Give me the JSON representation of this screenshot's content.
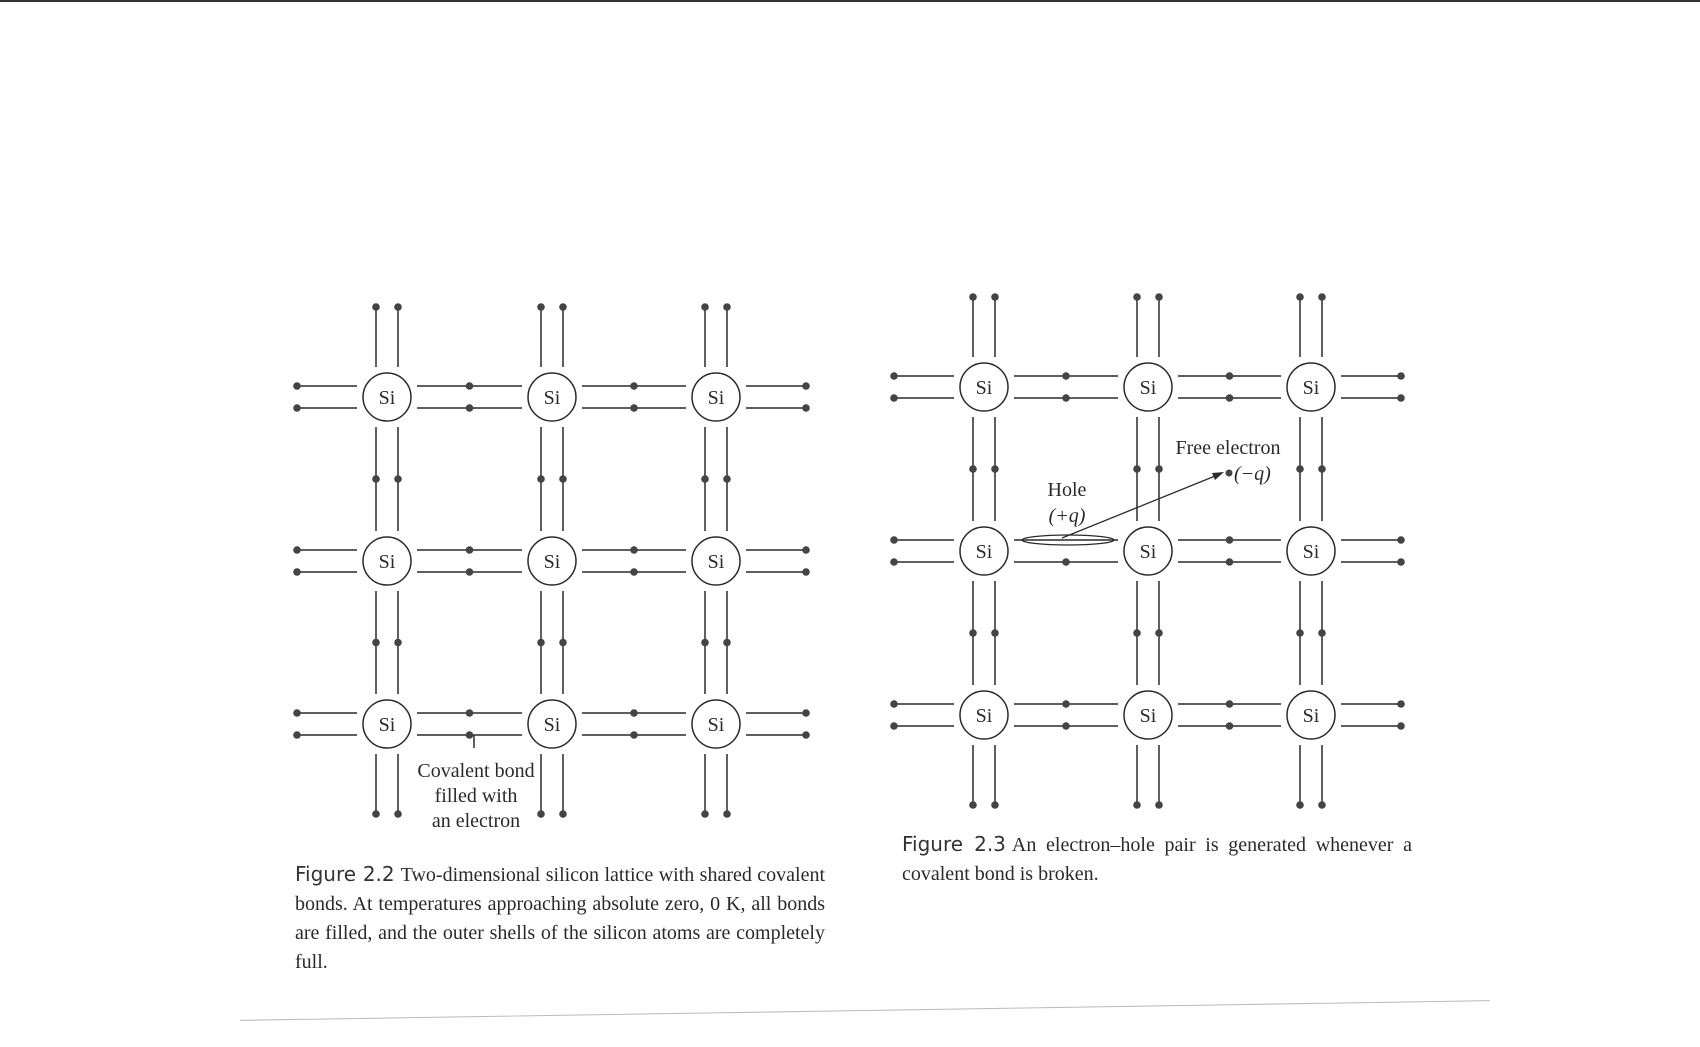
{
  "figure_2_2": {
    "atom_label": "Si",
    "annotation": [
      "Covalent bond",
      "filled with",
      "an electron"
    ],
    "caption_label": "Figure 2.2",
    "caption_text": "Two-dimensional silicon lattice with shared covalent bonds. At temperatures approaching absolute zero, 0 K, all bonds are filled, and the outer shells of the silicon atoms are completely full."
  },
  "figure_2_3": {
    "atom_label": "Si",
    "hole_label": "Hole",
    "hole_charge": "(+q)",
    "free_electron_label": "Free electron",
    "free_electron_charge": "(−q)",
    "caption_label": "Figure 2.3",
    "caption_text": "An electron–hole pair is generated whenever a covalent bond is broken."
  },
  "colors": {
    "ink": "#2a2a2a",
    "dot": "#444444"
  }
}
